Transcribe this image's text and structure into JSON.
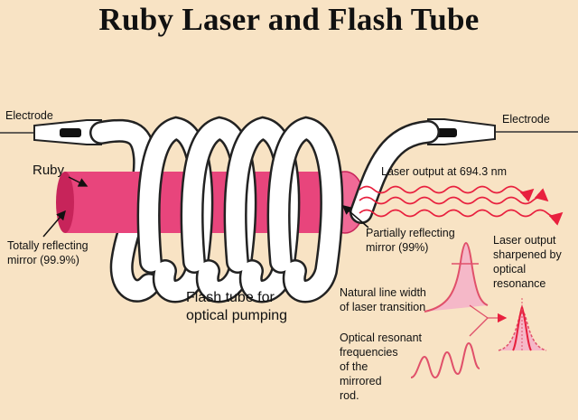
{
  "title": "Ruby Laser and Flash Tube",
  "labels": {
    "electrode_left": "Electrode",
    "electrode_right": "Electrode",
    "ruby": "Ruby",
    "totally_reflecting_1": "Totally reflecting",
    "totally_reflecting_2": "mirror (99.9%)",
    "flash_tube_1": "Flash tube for",
    "flash_tube_2": "optical pumping",
    "laser_output_wavelength": "Laser output at 694.3 nm",
    "partially_reflecting_1": "Partially reflecting",
    "partially_reflecting_2": "mirror (99%)",
    "laser_output_sharpened_1": "Laser output",
    "laser_output_sharpened_2": "sharpened by",
    "laser_output_sharpened_3": "optical",
    "laser_output_sharpened_4": "resonance",
    "natural_line_width_1": "Natural line width",
    "natural_line_width_2": "of laser transition",
    "optical_resonant_1": "Optical resonant",
    "optical_resonant_2": "frequencies",
    "optical_resonant_3": "of the",
    "optical_resonant_4": "mirrored",
    "optical_resonant_5": "rod."
  },
  "colors": {
    "background": "#f8e3c4",
    "ruby": "#e8457c",
    "ruby_dark": "#c7245a",
    "tube": "#ffffff",
    "tube_outline": "#222222",
    "wave": "#e8203e",
    "curve": "#e0506a",
    "curve_fill": "#f5b8c8"
  }
}
